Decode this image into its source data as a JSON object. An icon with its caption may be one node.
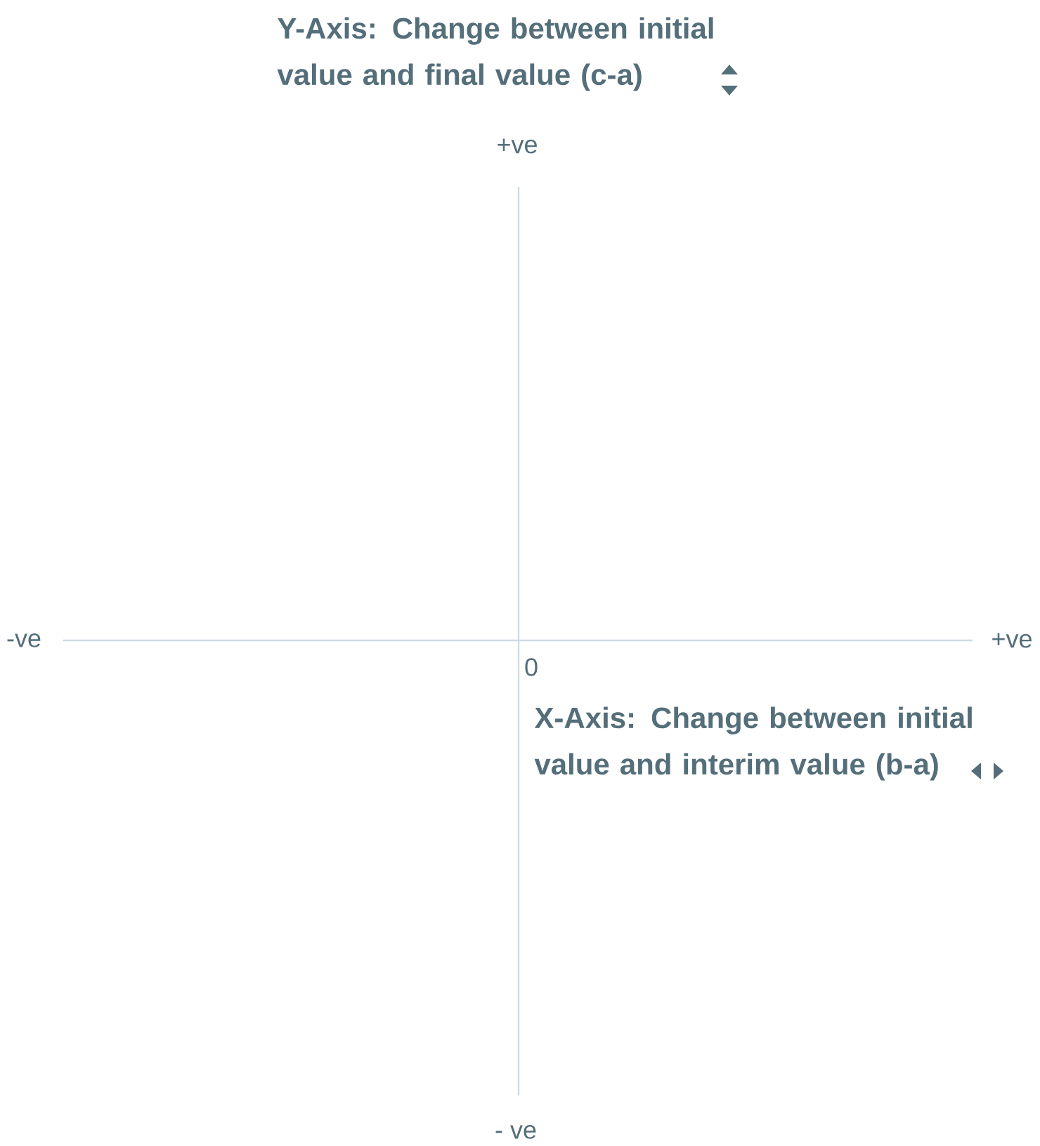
{
  "diagram": {
    "labels": [
      "Y-Axis: Change between initial value and final value (c-a)",
      "+ve",
      "-ve",
      "+ve",
      "0",
      "X-Axis: Change between initial value and interim value (b-a)",
      "- ve"
    ]
  }
}
